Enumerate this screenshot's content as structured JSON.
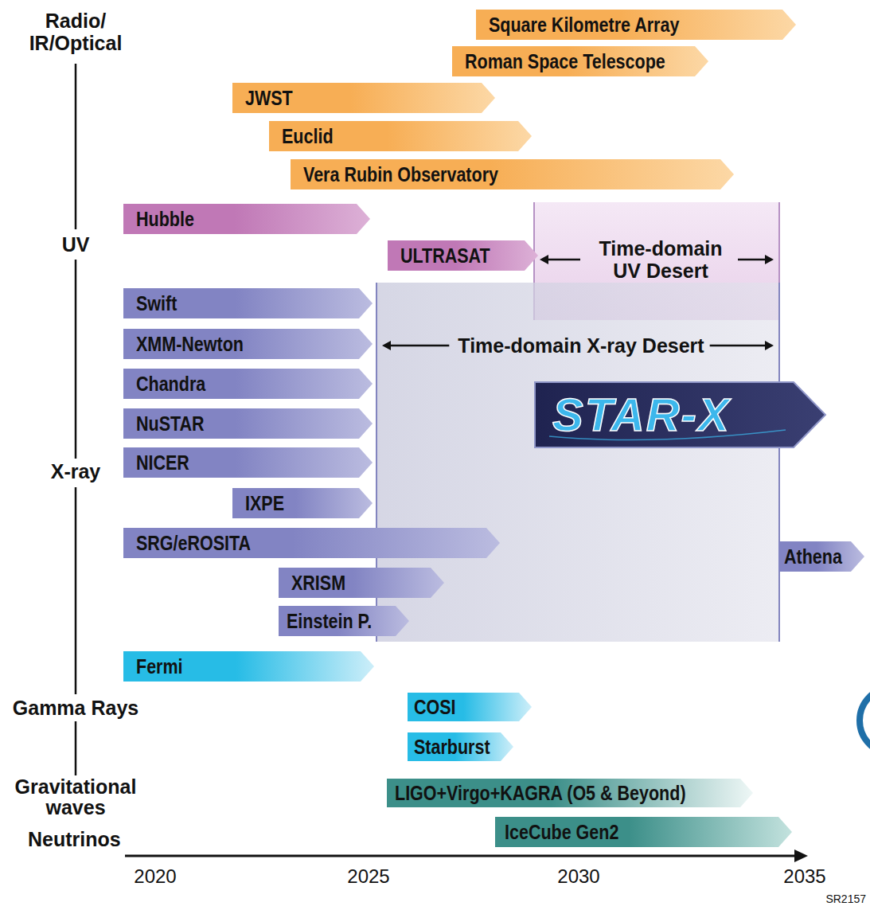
{
  "diagram": {
    "nodes": [
      {
        "text": [
          "Square Kilometre Array"
        ]
      },
      {
        "text": [
          "Roman Space Telescope"
        ]
      },
      {
        "text": [
          "JWST"
        ]
      },
      {
        "text": [
          "Euclid"
        ]
      },
      {
        "text": [
          "Vera Rubin Observatory"
        ]
      },
      {
        "text": [
          "Hubble"
        ]
      },
      {
        "text": [
          "Time-domain UV Desert"
        ]
      },
      {
        "text": [
          "ULTRASAT"
        ]
      },
      {
        "text": [
          "Time-domain X-ray Desert"
        ]
      },
      {
        "text": [
          "Swift"
        ]
      },
      {
        "text": [
          "XMM-Newton"
        ]
      },
      {
        "text": [
          "Chandra"
        ]
      },
      {
        "text": [
          "NuSTAR"
        ]
      },
      {
        "text": [
          "NICER"
        ]
      },
      {
        "text": [
          "IXPE"
        ]
      },
      {
        "text": [
          "STAR-X"
        ],
        "in": 8
      },
      {
        "text": [
          "SRG/eROSITA"
        ]
      },
      {
        "text": [
          "Athena"
        ]
      },
      {
        "text": [
          "XRISM"
        ]
      },
      {
        "text": [
          "Einstein P."
        ]
      },
      {
        "text": [
          "Fermi"
        ]
      },
      {
        "text": [
          "COSI"
        ]
      },
      {
        "text": [
          "Starburst"
        ]
      },
      {
        "text": [
          "LIGO+Virgo+KAGRA (O5 & Beyond)"
        ]
      },
      {
        "text": [
          "IceCube Gen2"
        ]
      }
    ],
    "labels": [
      "Radio/ IR/Optical",
      "UV",
      "X-ray",
      "Gamma Rays",
      "Gravitational waves",
      "Neutrinos",
      "2020",
      "2025",
      "2030",
      "2035",
      "SR2157"
    ]
  }
}
